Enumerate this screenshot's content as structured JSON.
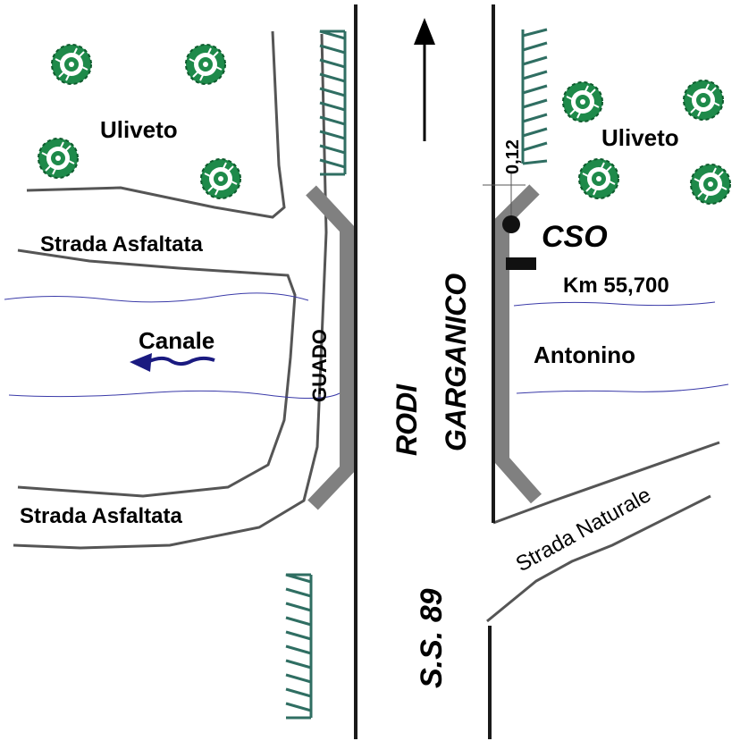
{
  "labels": {
    "uliveto_left": "Uliveto",
    "uliveto_right": "Uliveto",
    "strada_asfaltata_top": "Strada Asfaltata",
    "strada_asfaltata_bottom": "Strada Asfaltata",
    "canale": "Canale",
    "guado": "GUADO",
    "road_name_line1": "RODI",
    "road_name_line2": "GARGANICO",
    "road_number": "S.S. 89",
    "cso": "CSO",
    "km": "Km 55,700",
    "antonino": "Antonino",
    "strada_naturale": "Strada Naturale",
    "distance": "0,12"
  },
  "colors": {
    "tree": "#1e8a4a",
    "embankment": "#2f6e62",
    "culvert": "#808080",
    "channel": "#3a3aa8",
    "arrow_canale": "#1a1a80"
  },
  "icons": {
    "tree": "tree-icon",
    "north_arrow": "arrow-up-icon",
    "flow_arrow": "flow-arrow-icon"
  }
}
